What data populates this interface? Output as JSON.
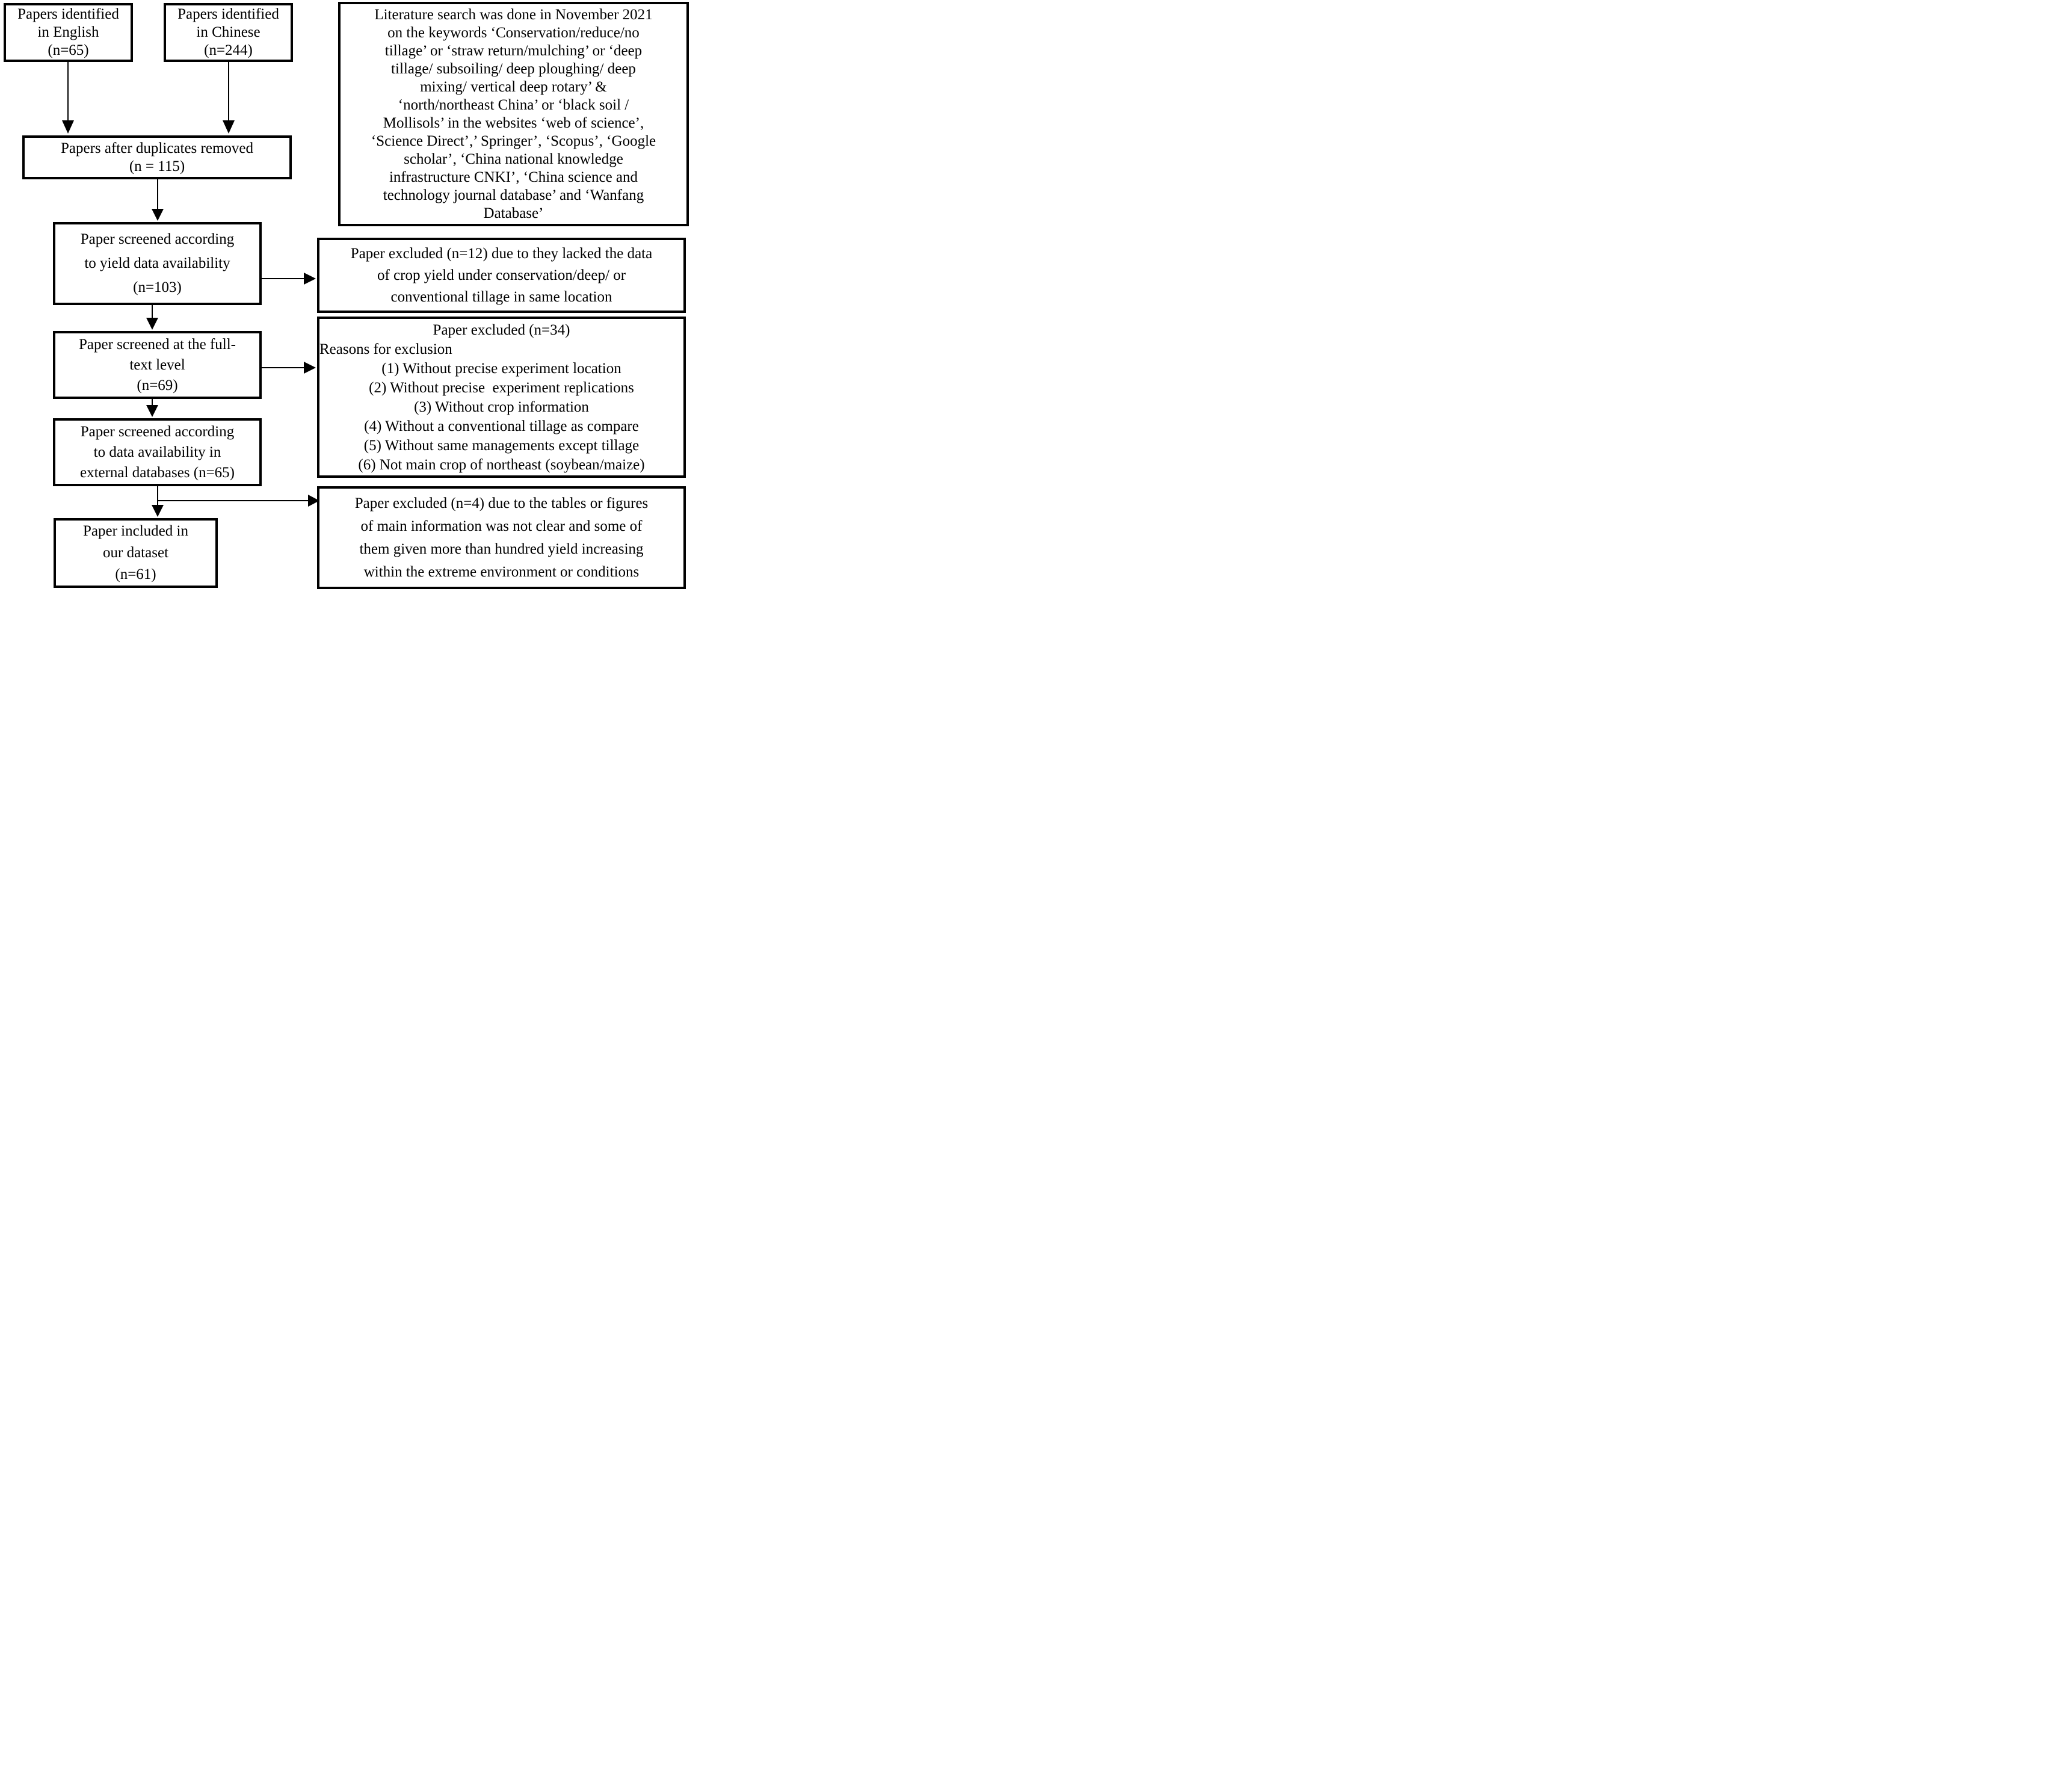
{
  "figure": {
    "kind": "literature-screening-flowchart",
    "colors": {
      "ink": "#000000",
      "background": "#ffffff"
    }
  },
  "nodes": {
    "identified_english": "Papers identified\nin English\n(n=65)",
    "identified_chinese": "Papers identified\nin Chinese\n(n=244)",
    "search_note": "Literature search was done in November 2021\non the keywords ‘Conservation/reduce/no\ntillage’ or ‘straw return/mulching’ or ‘deep\ntillage/ subsoiling/ deep ploughing/ deep\nmixing/ vertical deep rotary’ &\n‘north/northeast China’ or ‘black soil /\nMollisols’ in the websites ‘web of science’,\n‘Science Direct’,’ Springer’, ‘Scopus’, ‘Google\nscholar’, ‘China national knowledge\ninfrastructure CNKI’, ‘China science and\ntechnology journal database’ and ‘Wanfang\nDatabase’",
    "duplicates_removed": "Papers after duplicates removed\n(n = 115)",
    "screened_yield": "Paper screened according\nto yield data availability\n(n=103)",
    "excluded_yield": "Paper excluded (n=12) due to they lacked the data\nof crop yield under conservation/deep/ or\nconventional tillage in same location",
    "screened_fulltext": "Paper screened at the full-\ntext level\n(n=69)",
    "excluded_fulltext": {
      "title": "Paper excluded (n=34)",
      "reasons_label": "Reasons for exclusion",
      "reasons": [
        "(1) Without precise experiment location",
        "(2) Without precise  experiment replications",
        "(3) Without crop information",
        "(4) Without a conventional tillage as compare",
        "(5) Without same managements except tillage",
        "(6) Not main crop of northeast (soybean/maize)"
      ]
    },
    "screened_external": "Paper screened according\nto data availability in\nexternal databases (n=65)",
    "excluded_external": "Paper excluded (n=4) due to the tables or figures\nof main information was not clear and some of\nthem given more than hundred yield increasing\nwithin the extreme environment or conditions",
    "included": "Paper included in\nour dataset\n(n=61)"
  }
}
